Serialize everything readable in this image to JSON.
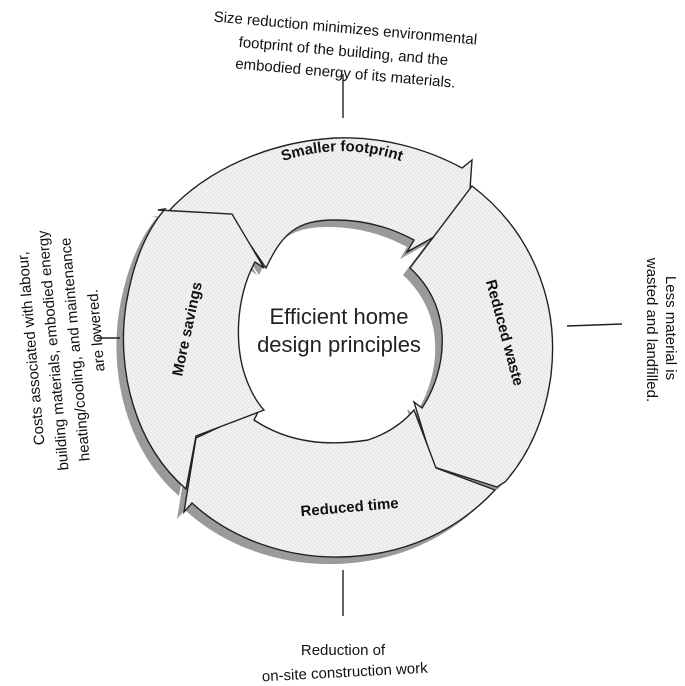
{
  "center": {
    "line1": "Efficient home",
    "line2": "design principles"
  },
  "segments": {
    "top": "Smaller footprint",
    "right": "Reduced waste",
    "bottom": "Reduced time",
    "left": "More savings"
  },
  "notes": {
    "top": [
      "Size reduction minimizes environmental",
      "footprint of the building, and the",
      "embodied energy of its materials."
    ],
    "right": [
      "Less material is",
      "wasted and landfilled."
    ],
    "bottom": [
      "Reduction of",
      "on-site construction work"
    ],
    "left": [
      "Costs associated with labour,",
      "building materials, embodied energy",
      "heating/cooling, and maintenance",
      "are lowered."
    ]
  },
  "colors": {
    "segment_fill": "#efefef",
    "segment_stroke": "#222222",
    "shadow": "#9a9a9a"
  }
}
